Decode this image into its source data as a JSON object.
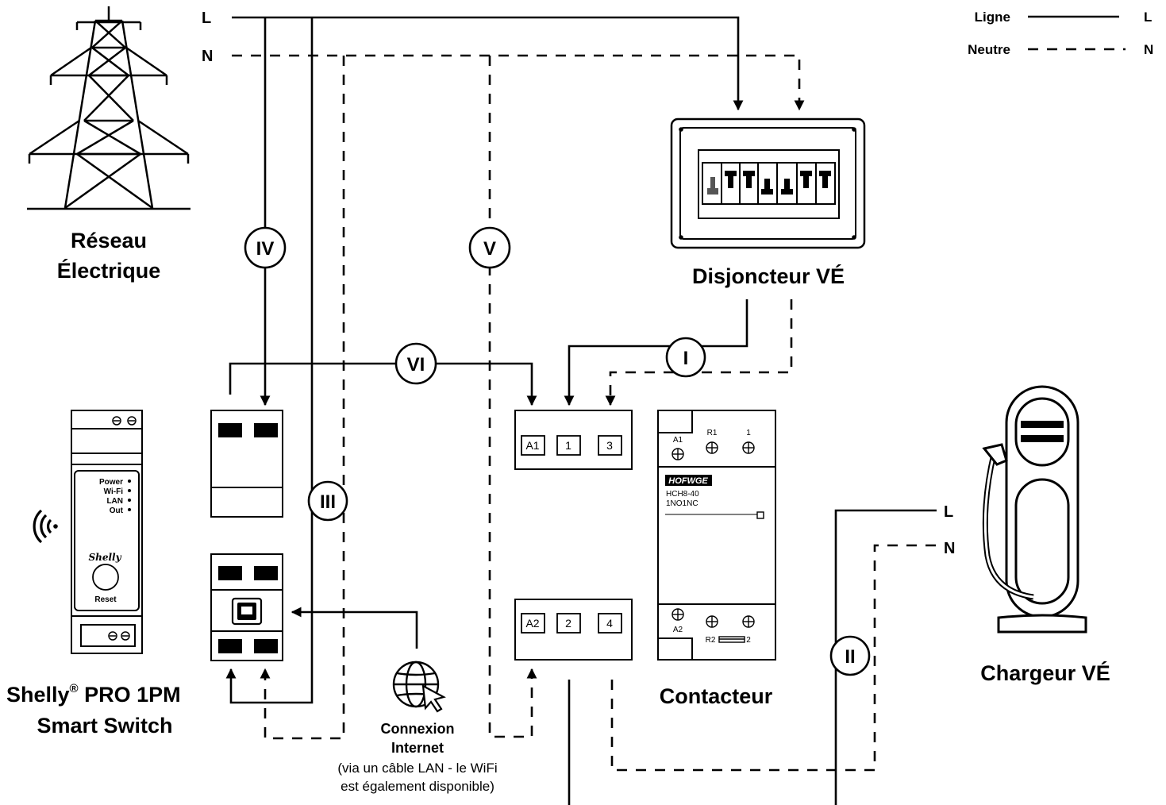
{
  "legend": {
    "line_label": "Ligne",
    "line_letter": "L",
    "neutral_label": "Neutre",
    "neutral_letter": "N"
  },
  "supply": {
    "L": "L",
    "N": "N"
  },
  "components": {
    "grid": {
      "line1": "Réseau",
      "line2": "Électrique"
    },
    "breaker": {
      "label": "Disjoncteur VÉ"
    },
    "contactor": {
      "label": "Contacteur",
      "brand": "HOFWGE",
      "model": "HCH8-40",
      "config": "1NO1NC",
      "terminals_top": [
        "A1",
        "1",
        "3"
      ],
      "terminals_bottom": [
        "A2",
        "2",
        "4"
      ],
      "top_labels": [
        "A1",
        "R1",
        "1"
      ],
      "bottom_labels": [
        "A2",
        "R2",
        "2"
      ]
    },
    "charger": {
      "label": "Chargeur VÉ",
      "L": "L",
      "N": "N"
    },
    "shelly": {
      "title_main": "Shelly",
      "reg": "®",
      "title_rest": " PRO 1PM",
      "subtitle": "Smart Switch",
      "leds": [
        "Power",
        "Wi-Fi",
        "LAN",
        "Out"
      ],
      "brand": "Shelly",
      "reset": "Reset"
    },
    "internet": {
      "title1": "Connexion",
      "title2": "Internet",
      "note1": "(via un câble LAN - le WiFi",
      "note2": "est également disponible)"
    }
  },
  "markers": [
    "I",
    "II",
    "III",
    "IV",
    "V",
    "VI"
  ]
}
